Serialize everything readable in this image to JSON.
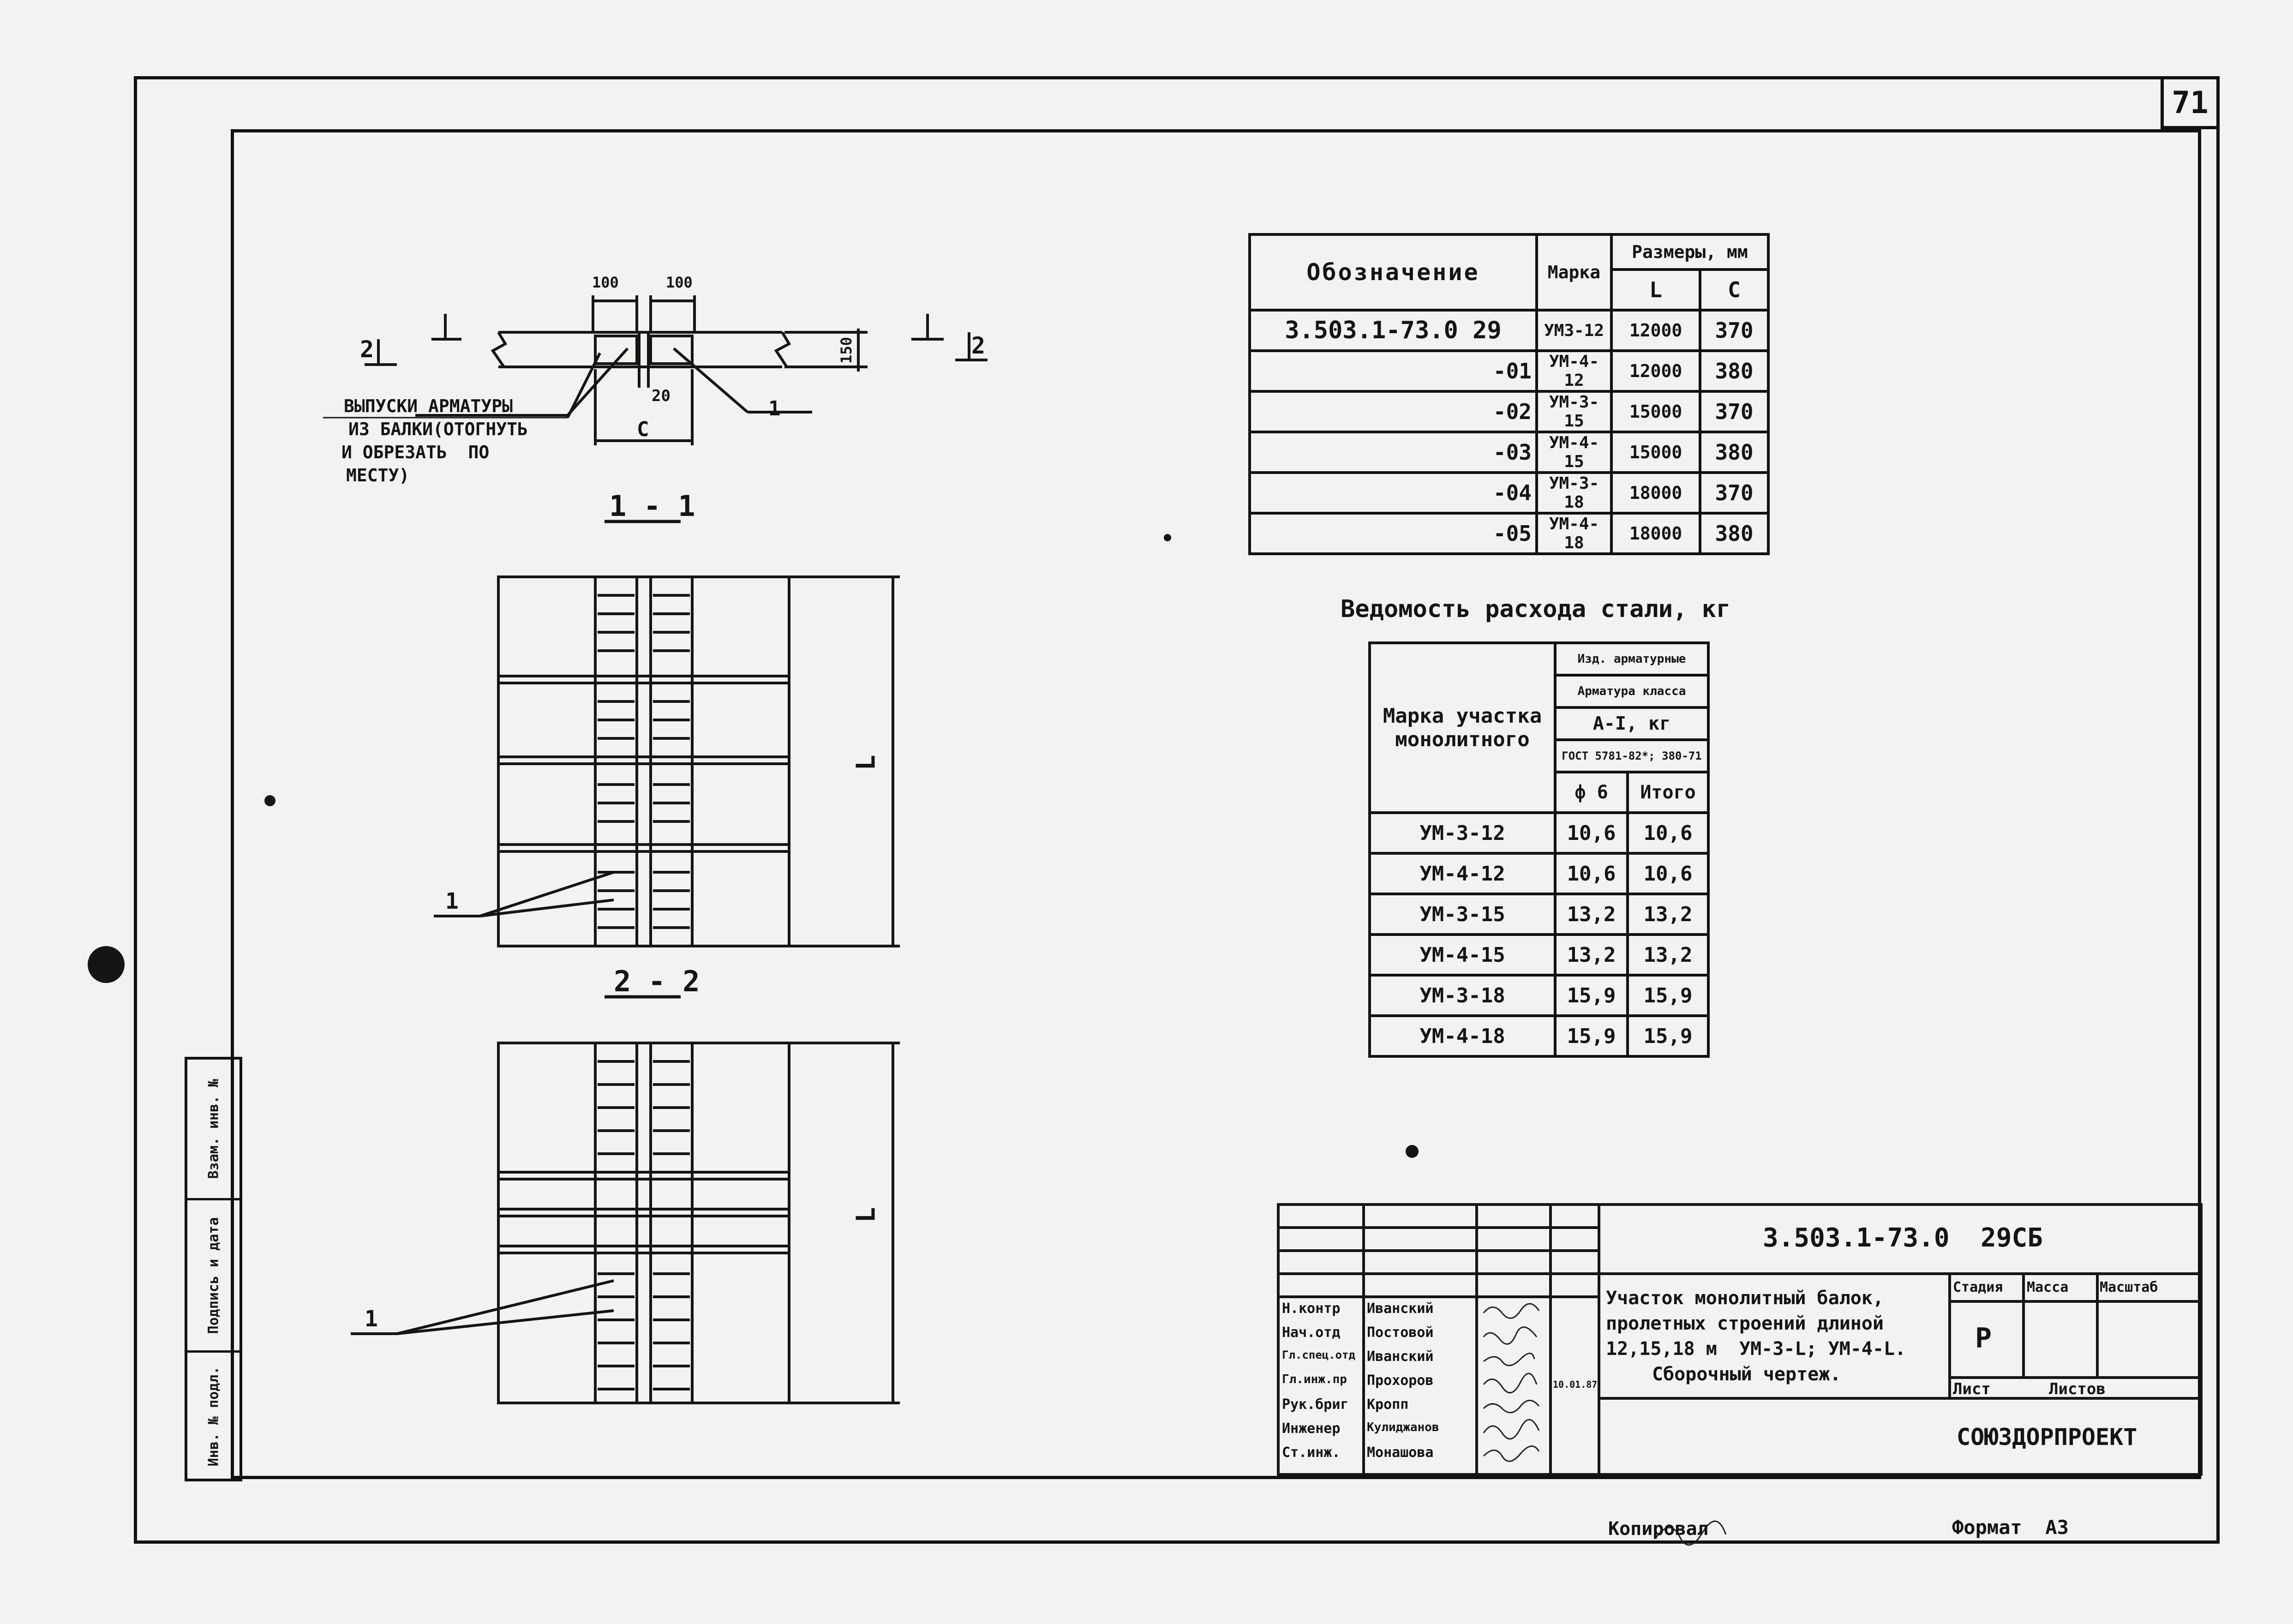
{
  "page_number": "71",
  "section_views": {
    "section_1_title": "1 - 1",
    "section_2_title": "2 - 2",
    "cut_label_1": "1",
    "cut_label_2": "2",
    "dim_100_left": "100",
    "dim_100_right": "100",
    "dim_150": "150",
    "dim_20": "20",
    "dim_c": "C",
    "dim_l_1": "L",
    "dim_l_2": "L",
    "callout_1": "1",
    "callout_1b": "1",
    "callout_1c": "1",
    "note_line1": "ВЫПУСКИ АРМАТУРЫ",
    "note_line2": "ИЗ БАЛКИ(ОТОГНУТЬ",
    "note_line3": "И ОБРЕЗАТЬ  ПО",
    "note_line4": "МЕСТУ)"
  },
  "spec_table": {
    "col_designation": "Обозначение",
    "col_mark": "Марка",
    "col_dims": "Размеры, мм",
    "col_l": "L",
    "col_c": "C",
    "rows": [
      {
        "designation": "3.503.1-73.0  29",
        "mark": "УМ3-12",
        "l": "12000",
        "c": "370"
      },
      {
        "designation": "-01",
        "mark": "УМ-4-12",
        "l": "12000",
        "c": "380"
      },
      {
        "designation": "-02",
        "mark": "УМ-3-15",
        "l": "15000",
        "c": "370"
      },
      {
        "designation": "-03",
        "mark": "УМ-4-15",
        "l": "15000",
        "c": "380"
      },
      {
        "designation": "-04",
        "mark": "УМ-3-18",
        "l": "18000",
        "c": "370"
      },
      {
        "designation": "-05",
        "mark": "УМ-4-18",
        "l": "18000",
        "c": "380"
      }
    ]
  },
  "steel_table": {
    "title": "Ведомость расхода стали, кг",
    "col_mark": "Марка участка монолитного",
    "hdr_products": "Изд. арматурные",
    "hdr_class": "Арматура класса",
    "hdr_a1": "А-I, кг",
    "hdr_gost": "ГОСТ 5781-82*; 380-71",
    "hdr_phi6": "ф 6",
    "hdr_total": "Итого",
    "rows": [
      {
        "mark": "УМ-3-12",
        "phi6": "10,6",
        "total": "10,6"
      },
      {
        "mark": "УМ-4-12",
        "phi6": "10,6",
        "total": "10,6"
      },
      {
        "mark": "УМ-3-15",
        "phi6": "13,2",
        "total": "13,2"
      },
      {
        "mark": "УМ-4-15",
        "phi6": "13,2",
        "total": "13,2"
      },
      {
        "mark": "УМ-3-18",
        "phi6": "15,9",
        "total": "15,9"
      },
      {
        "mark": "УМ-4-18",
        "phi6": "15,9",
        "total": "15,9"
      }
    ]
  },
  "title_block": {
    "doc_code": "3.503.1-73.0  29СБ",
    "title_line1": "Участок монолитный балок,",
    "title_line2": "пролетных строений длиной",
    "title_line3": "12,15,18 м  УМ-3-L; УМ-4-L.",
    "title_line4": "Сборочный чертеж.",
    "col_stage": "Стадия",
    "col_mass": "Масса",
    "col_scale": "Масштаб",
    "stage_value": "Р",
    "col_sheet": "Лист",
    "col_sheets": "Листов",
    "organization": "СОЮЗДОРПРОЕКТ",
    "date": "10.01.87",
    "signers": [
      {
        "role": "Н.контр",
        "name": "Иванский"
      },
      {
        "role": "Нач.отд",
        "name": "Постовой"
      },
      {
        "role": "Гл.спец.отд",
        "name": "Иванский"
      },
      {
        "role": "Гл.инж.пр",
        "name": "Прохоров"
      },
      {
        "role": "Рук.бриг",
        "name": "Кропп"
      },
      {
        "role": "Инженер",
        "name": "Кулиджанов"
      },
      {
        "role": "Ст.инж.",
        "name": "Монашова"
      }
    ]
  },
  "side_stamp": {
    "inv_orig": "Инв. № подл.",
    "sign_date": "Подпись и дата",
    "replace_inv": "Взам. инв. №"
  },
  "footer": {
    "copied_label": "Копировал",
    "format_label": "Формат  А3"
  }
}
